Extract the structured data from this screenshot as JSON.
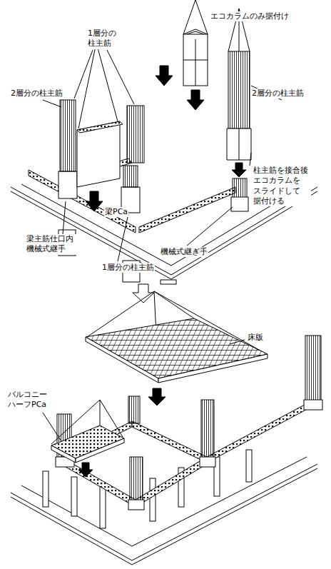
{
  "diagram": {
    "labels": [
      "エコカラムのみ据付け",
      "1層分の 柱主筋",
      "2層分の柱主筋",
      "2層分の柱主筋",
      "柱主筋を接合後 エコカラムを スライドして 据付ける",
      "梁PCa",
      "梁主筋仕口内 機械式継手",
      "1層分の柱主筋",
      "機械式継ぎ手",
      "床版",
      "バルコニー ハーフPCa"
    ]
  }
}
